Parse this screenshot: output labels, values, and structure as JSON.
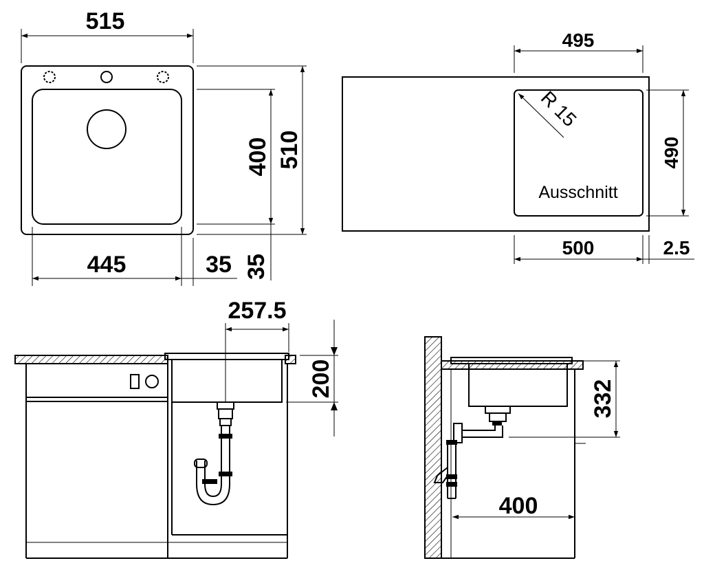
{
  "top_view": {
    "width_overall": "515",
    "height_overall": "510",
    "bowl_height": "400",
    "bowl_width": "445",
    "offset_right": "35",
    "offset_bottom": "35"
  },
  "cutout_view": {
    "cut_width_top": "495",
    "cut_height": "490",
    "radius": "R 15",
    "label": "Ausschnitt",
    "cut_width_bottom": "500",
    "tolerance": "2.5"
  },
  "front_view": {
    "drain_offset": "257.5",
    "bowl_depth": "200"
  },
  "side_view": {
    "install_depth": "332",
    "wall_distance": "400"
  }
}
